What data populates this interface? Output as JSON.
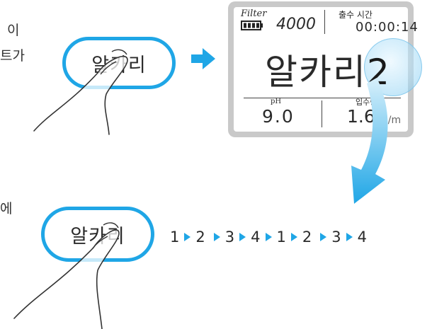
{
  "left_fragments": {
    "line1": "이",
    "line2": "트가",
    "line3": "에"
  },
  "button_label": "알카리",
  "display": {
    "filter_word": "Filter",
    "filter_value": "4000",
    "discharge_label": "출수 시간",
    "discharge_time": "00:00:14",
    "mode_text": "알카리",
    "mode_level": "2",
    "ph_label": "pH",
    "ph_value": "9.0",
    "intake_label": "입수량",
    "intake_value": "1.6",
    "intake_unit": "ℓ/m"
  },
  "sequence": [
    "1",
    "2",
    "3",
    "4",
    "1",
    "2",
    "3",
    "4"
  ],
  "colors": {
    "accent": "#1fa6e6",
    "bezel": "#c9c9c9"
  },
  "icons": [
    "battery-icon",
    "hand-pointer-icon",
    "arrow-right-icon",
    "curved-arrow-icon"
  ]
}
